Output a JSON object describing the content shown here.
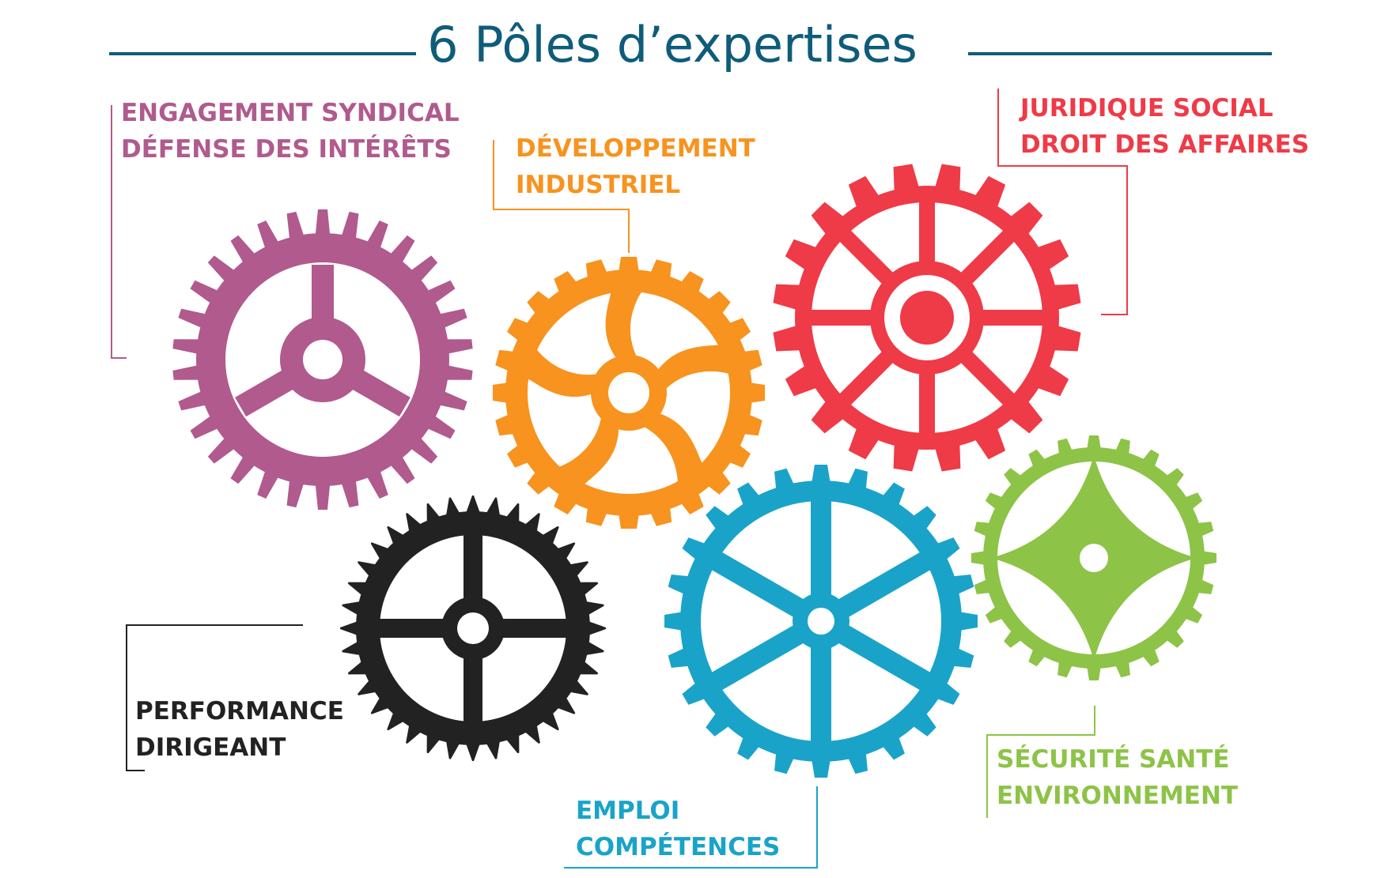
{
  "title": "6 Pôles d’expertises",
  "colors": {
    "title": "#0e5c7a",
    "syndical": "#b05a8e",
    "industriel": "#f7931e",
    "juridique": "#ef3a47",
    "performance": "#222222",
    "emploi": "#1aa3c9",
    "securite": "#8dc347"
  },
  "poles": [
    {
      "lines": [
        "ENGAGEMENT SYNDICAL",
        "DÉFENSE DES INTÉRÊTS"
      ],
      "color": "#b05a8e",
      "icon": "gear-icon"
    },
    {
      "lines": [
        "DÉVELOPPEMENT",
        "INDUSTRIEL"
      ],
      "color": "#f7931e",
      "icon": "gear-icon"
    },
    {
      "lines": [
        "JURIDIQUE SOCIAL",
        "DROIT DES AFFAIRES"
      ],
      "color": "#ef3a47",
      "icon": "gear-icon"
    },
    {
      "lines": [
        "PERFORMANCE",
        "DIRIGEANT"
      ],
      "color": "#222222",
      "icon": "gear-icon"
    },
    {
      "lines": [
        "EMPLOI",
        "COMPÉTENCES"
      ],
      "color": "#1aa3c9",
      "icon": "gear-icon"
    },
    {
      "lines": [
        "SÉCURITÉ SANTÉ",
        "ENVIRONNEMENT"
      ],
      "color": "#8dc347",
      "icon": "gear-icon"
    }
  ]
}
